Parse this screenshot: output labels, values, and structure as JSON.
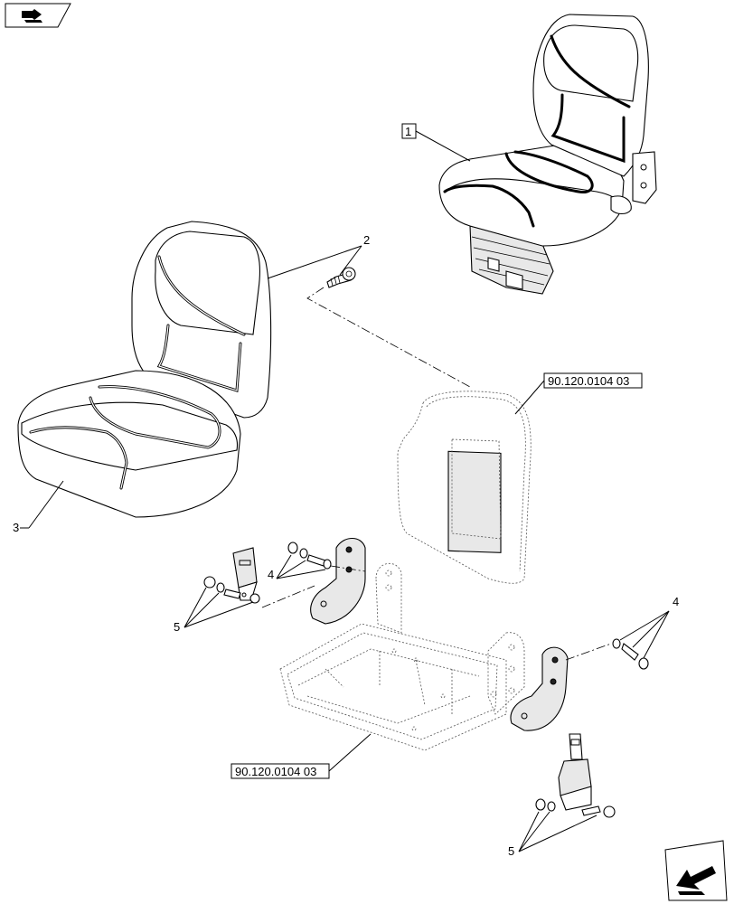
{
  "header": {
    "icon": "book-arrow-icon"
  },
  "callouts": {
    "c1": "1",
    "c2": "2",
    "c3": "3",
    "c4a": "4",
    "c4b": "4",
    "c5a": "5",
    "c5b": "5"
  },
  "references": {
    "r_backrest": "90.120.0104 03",
    "r_frame": "90.120.0104 03"
  },
  "footer": {
    "icon": "next-page-arrow-icon"
  }
}
